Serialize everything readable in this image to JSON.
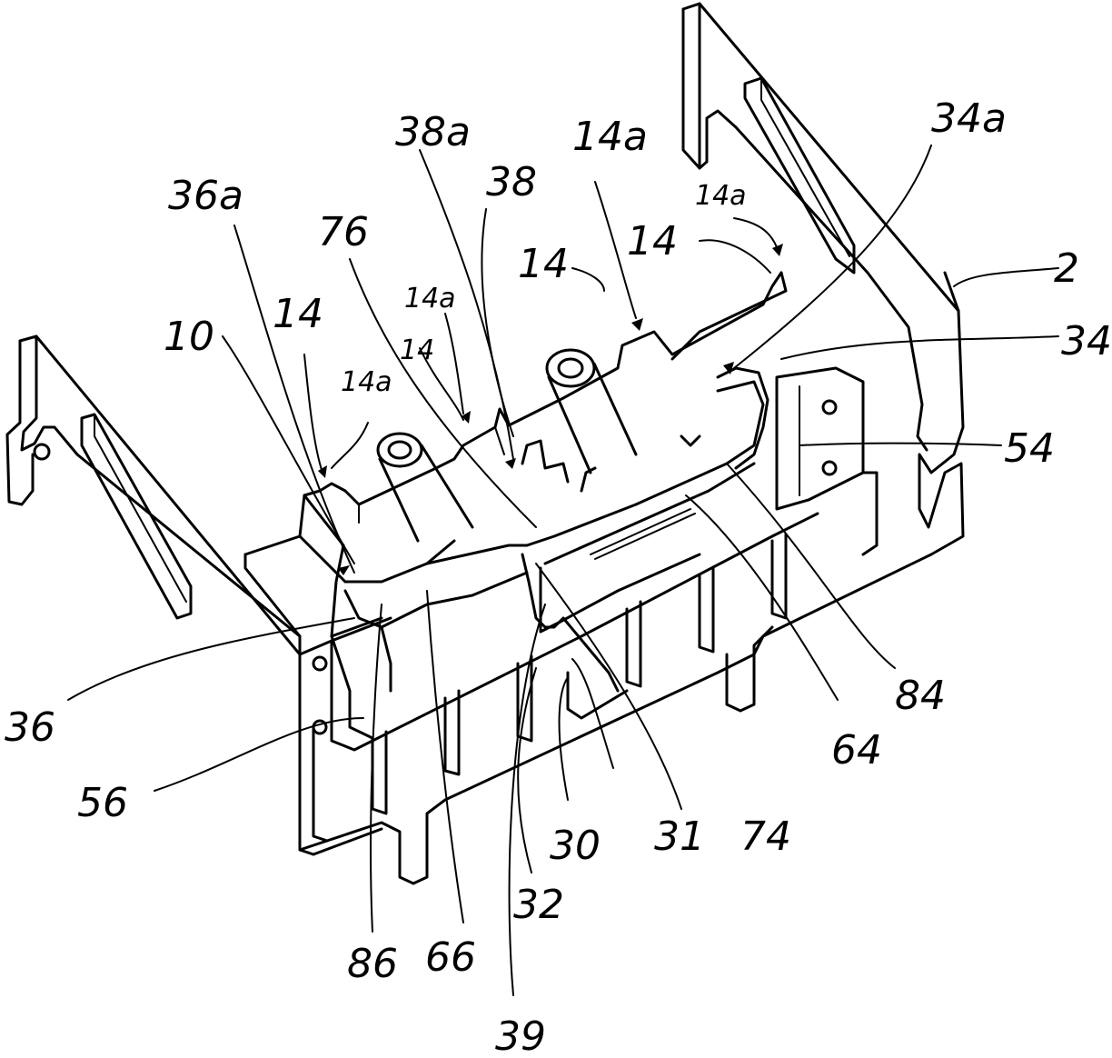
{
  "labels": {
    "l_2": "2",
    "l_10": "10",
    "l_14_a": "14",
    "l_14_b": "14",
    "l_14_c": "14",
    "l_14_d": "14",
    "l_14a_a": "14a",
    "l_14a_b": "14a",
    "l_14a_c": "14a",
    "l_14a_d": "14a",
    "l_30": "30",
    "l_31": "31",
    "l_32": "32",
    "l_34": "34",
    "l_34a": "34a",
    "l_36": "36",
    "l_36a": "36a",
    "l_38": "38",
    "l_38a": "38a",
    "l_39": "39",
    "l_54": "54",
    "l_56": "56",
    "l_64": "64",
    "l_66": "66",
    "l_74": "74",
    "l_76": "76",
    "l_84": "84",
    "l_86": "86"
  }
}
